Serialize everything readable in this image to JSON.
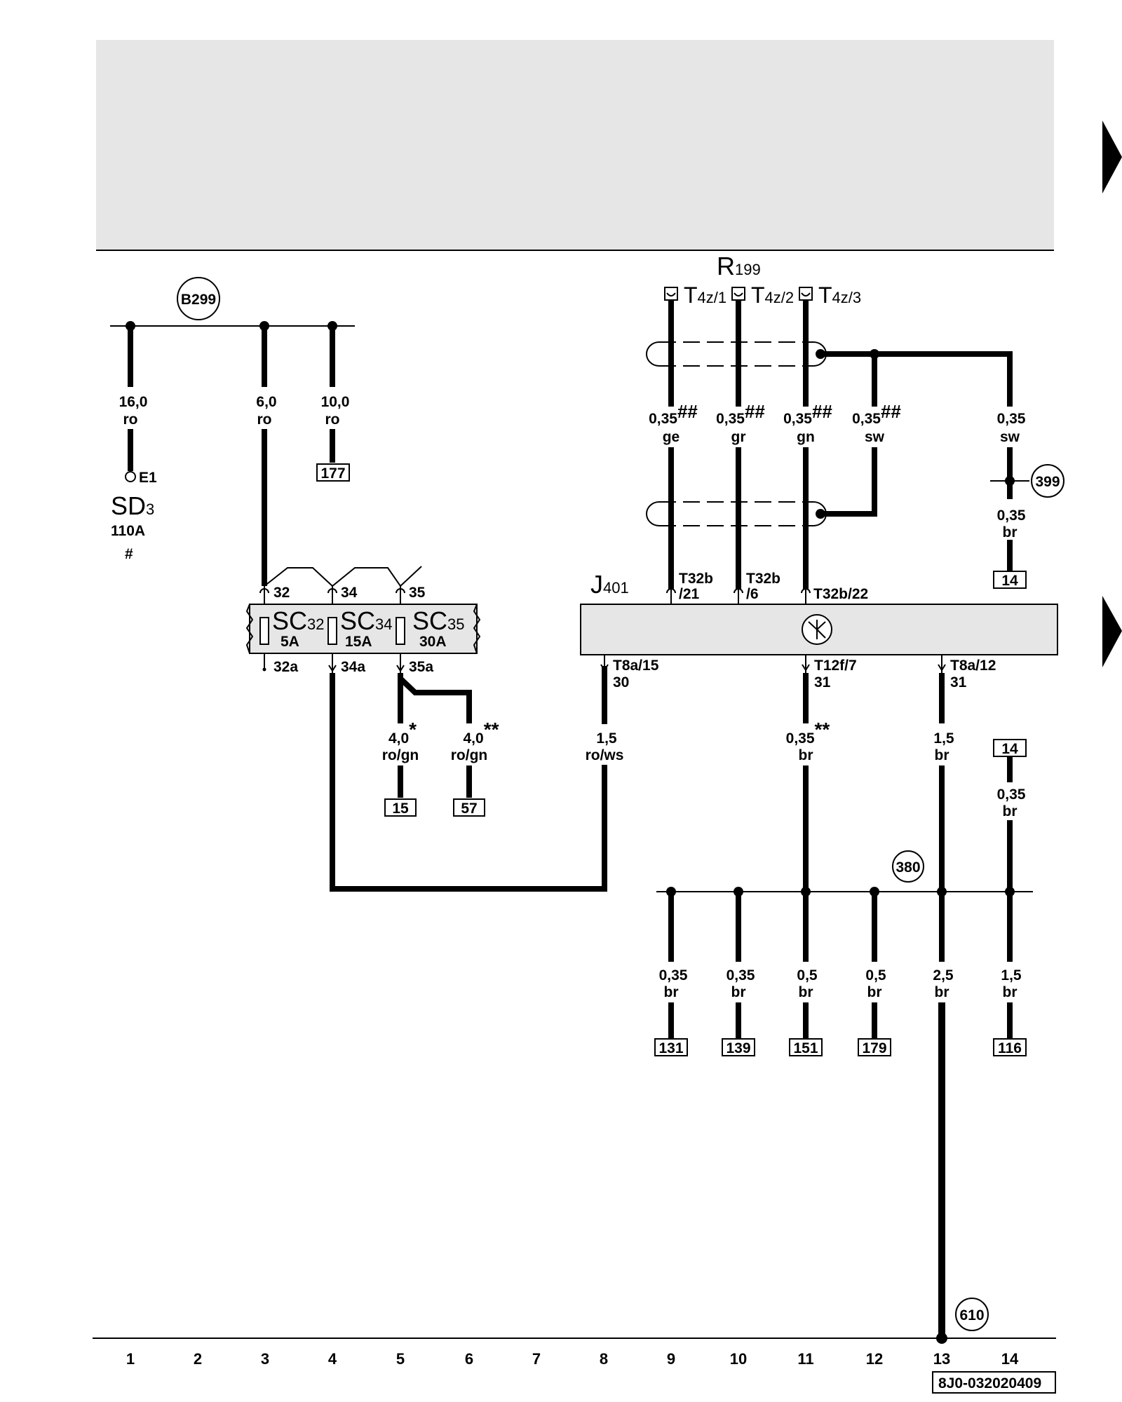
{
  "header_panel": {
    "fill": "#e6e6e6"
  },
  "bus_b299": "B299",
  "sd3": {
    "name": "SD",
    "sub": "3",
    "rating": "110A",
    "note": "#",
    "pin": "E1"
  },
  "w1": {
    "size": "16,0",
    "color": "ro"
  },
  "w3": {
    "size": "6,0",
    "color": "ro"
  },
  "w4": {
    "size": "10,0",
    "color": "ro",
    "ref": "177"
  },
  "fuses": {
    "sc32": {
      "name": "SC",
      "num": "32",
      "rating": "5A",
      "in": "32",
      "out": "32a"
    },
    "sc34": {
      "name": "SC",
      "num": "34",
      "rating": "15A",
      "in": "34",
      "out": "34a"
    },
    "sc35": {
      "name": "SC",
      "num": "35",
      "rating": "30A",
      "in": "35",
      "out": "35a"
    }
  },
  "w5": {
    "size": "4,0",
    "mark": "*",
    "color": "ro/gn",
    "ref": "15"
  },
  "w6": {
    "size": "4,0",
    "mark": "**",
    "color": "ro/gn",
    "ref": "57"
  },
  "w8": {
    "size": "1,5",
    "color": "ro/ws"
  },
  "r199": {
    "name": "R",
    "sub": "199"
  },
  "t4z": [
    {
      "name": "T",
      "sub": "4z/1"
    },
    {
      "name": "T",
      "sub": "4z/2"
    },
    {
      "name": "T",
      "sub": "4z/3"
    }
  ],
  "w9": {
    "size": "0,35",
    "mark": "##",
    "color": "ge"
  },
  "w10": {
    "size": "0,35",
    "mark": "##",
    "color": "gr"
  },
  "w11": {
    "size": "0,35",
    "mark": "##",
    "color": "gn"
  },
  "w12": {
    "size": "0,35",
    "mark": "##",
    "color": "sw"
  },
  "w14a": {
    "size": "0,35",
    "color": "sw"
  },
  "ref399": "399",
  "w14b": {
    "size": "0,35",
    "color": "br",
    "ref": "14"
  },
  "j401": {
    "name": "J",
    "sub": "401"
  },
  "pins": {
    "p9a": "T32b",
    "p9b": "/21",
    "p10a": "T32b",
    "p10b": "/6",
    "p11": "T32b/22",
    "p8a": "T8a/15",
    "p8b": "30",
    "p11ba": "T12f/7",
    "p11bb": "31",
    "p13a": "T8a/12",
    "p13b": "31"
  },
  "w11b": {
    "size": "0,35",
    "mark": "**",
    "color": "br"
  },
  "w13a": {
    "size": "1,5",
    "color": "br"
  },
  "w14c": {
    "ref": "14",
    "size": "0,35",
    "color": "br"
  },
  "bus380": "380",
  "lower": [
    {
      "size": "0,35",
      "color": "br",
      "ref": "131"
    },
    {
      "size": "0,35",
      "color": "br",
      "ref": "139"
    },
    {
      "size": "0,5",
      "color": "br",
      "ref": "151"
    },
    {
      "size": "0,5",
      "color": "br",
      "ref": "179"
    },
    {
      "size": "2,5",
      "color": "br"
    },
    {
      "size": "1,5",
      "color": "br",
      "ref": "116"
    }
  ],
  "ref610": "610",
  "columns": [
    "1",
    "2",
    "3",
    "4",
    "5",
    "6",
    "7",
    "8",
    "9",
    "10",
    "11",
    "12",
    "13",
    "14"
  ],
  "doc_code": "8J0-032020409"
}
